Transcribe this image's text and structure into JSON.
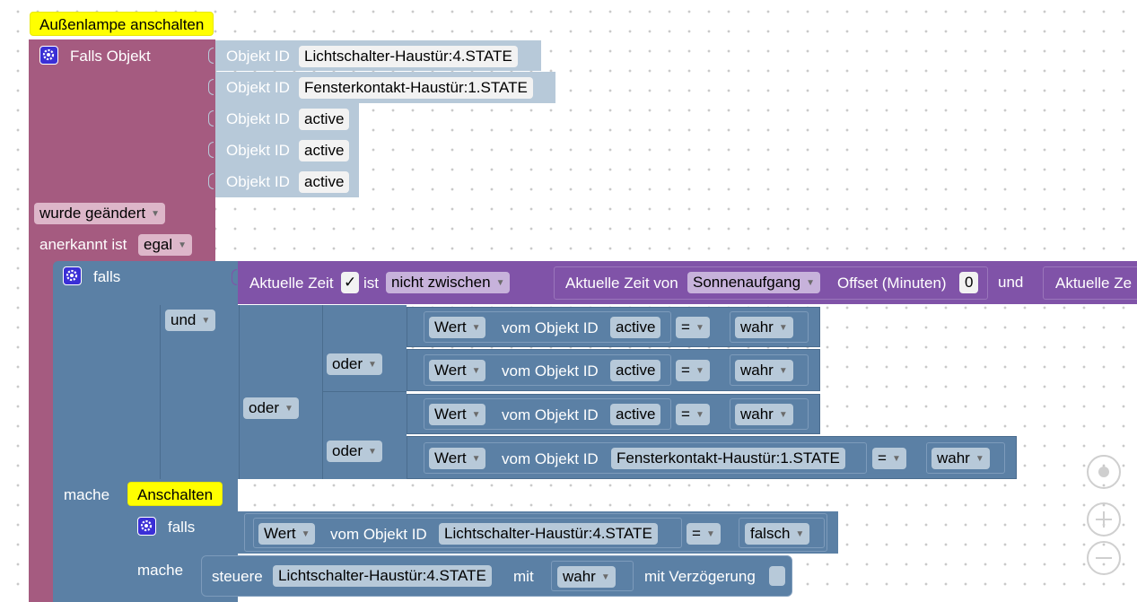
{
  "title_comment": "Außenlampe anschalten",
  "trigger": {
    "label": "Falls Objekt",
    "object_id_label": "Objekt ID",
    "ids": [
      "Lichtschalter-Haustür:4.STATE",
      "Fensterkontakt-Haustür:1.STATE",
      "active",
      "active",
      "active"
    ],
    "changed": "wurde geändert",
    "ack_label": "anerkannt ist",
    "ack_value": "egal"
  },
  "if_block": {
    "falls": "falls",
    "mache": "mache",
    "und": "und",
    "und_op": "und",
    "oder": "oder",
    "time_label": "Aktuelle Zeit",
    "check": "✓",
    "ist": "ist",
    "not_between": "nicht zwischen",
    "time_from": "Aktuelle Zeit von",
    "sunrise": "Sonnenaufgang",
    "offset": "Offset (Minuten)",
    "offset_value": "0",
    "time_right": "Aktuelle Ze",
    "value_label": "Wert",
    "from_object": "vom Objekt ID",
    "eq": "=",
    "true_val": "wahr",
    "rows": [
      "active",
      "active",
      "active",
      "Fensterkontakt-Haustür:1.STATE"
    ]
  },
  "inner": {
    "comment": "Anschalten",
    "falls": "falls",
    "mache": "mache",
    "object": "Lichtschalter-Haustür:4.STATE",
    "false_val": "falsch",
    "steuere": "steuere",
    "mit": "mit",
    "delay": "mit Verzögerung"
  },
  "colors": {
    "event": "#a55b80",
    "logic": "#5b80a5",
    "objectid": "#b7c9d9",
    "time": "#8053a8",
    "comment": "#ffff00"
  },
  "icons": [
    "gear-icon",
    "dropdown-arrow-icon",
    "recenter-icon",
    "zoom-in-icon",
    "zoom-out-icon"
  ]
}
